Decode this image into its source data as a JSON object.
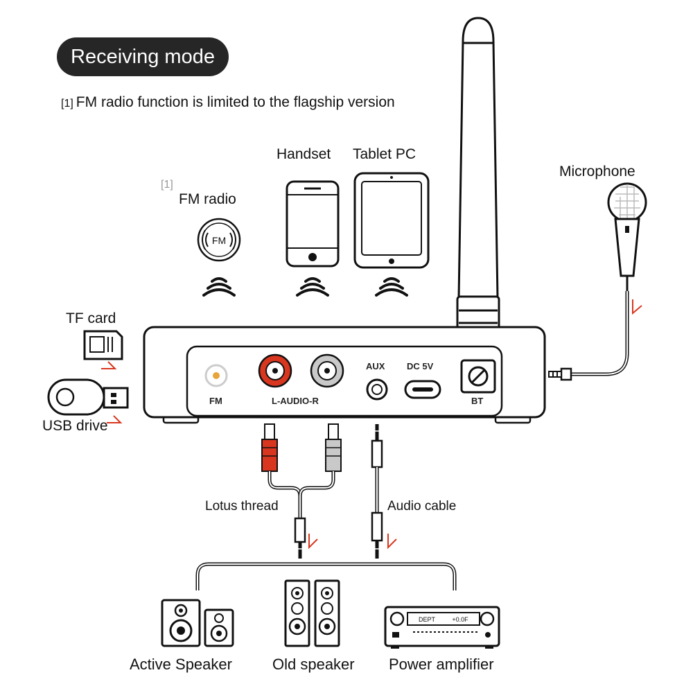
{
  "header": {
    "mode_label": "Receiving mode"
  },
  "note": {
    "ref": "[1]",
    "text": "FM radio function is limited to the flagship version"
  },
  "sources": {
    "fm_ref": "[1]",
    "fm_label": "FM radio",
    "fm_icon_text": "FM",
    "handset_label": "Handset",
    "tablet_label": "Tablet PC",
    "microphone_label": "Microphone"
  },
  "storage": {
    "tf_label": "TF card",
    "usb_label": "USB drive"
  },
  "device_ports": {
    "fm": "FM",
    "audio": "L-AUDIO-R",
    "aux": "AUX",
    "dc": "DC 5V",
    "bt": "BT"
  },
  "cables": {
    "lotus": "Lotus thread",
    "audio": "Audio cable"
  },
  "outputs": {
    "active_speaker": "Active Speaker",
    "old_speaker": "Old speaker",
    "amplifier": "Power amplifier",
    "amp_display_left": "DEPT",
    "amp_display_right": "+0.0F"
  },
  "colors": {
    "pill_bg": "#262626",
    "rca_red": "#d8361f",
    "rca_white": "#c9c9c9",
    "fm_gold": "#e8a33a",
    "arrow_red": "#d8361f"
  }
}
